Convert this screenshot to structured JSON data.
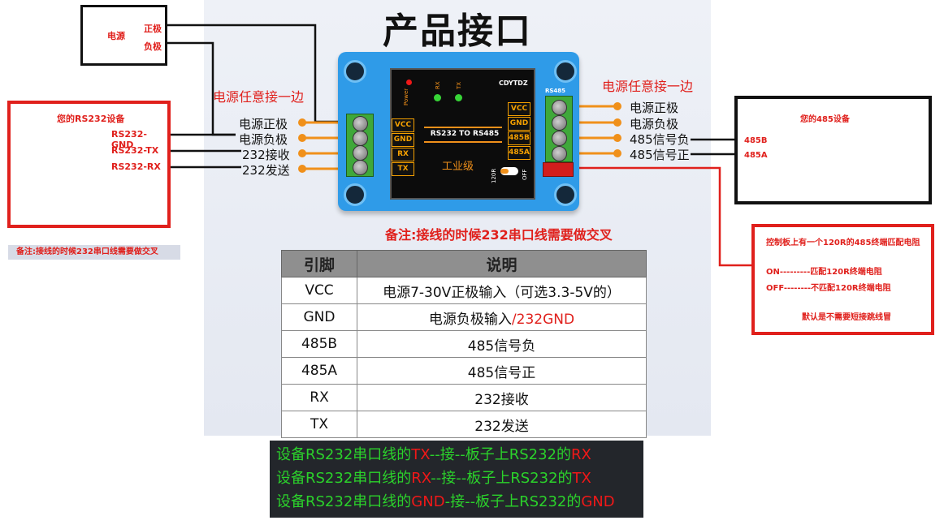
{
  "title": "产品接口",
  "power_source": {
    "label": "电源",
    "positive": "正极",
    "negative": "负极"
  },
  "rs232_device": {
    "title": "您的RS232设备",
    "pins": [
      "RS232-GND",
      "RS232-TX",
      "RS232-RX"
    ]
  },
  "left_note": "备注:接线的时候232串口线需要做交叉",
  "left_any_side": "电源任意接一边",
  "right_any_side": "电源任意接一边",
  "left_terminals": [
    "电源正极",
    "电源负极",
    "232接收",
    "232发送"
  ],
  "right_terminals": [
    "电源正极",
    "电源负极",
    "485信号负",
    "485信号正"
  ],
  "board": {
    "brand": "CDYTDZ",
    "center": "RS232 TO RS485",
    "grade": "工业级",
    "leds": [
      "Power",
      "RX",
      "TX"
    ],
    "left_pins": [
      "VCC",
      "GND",
      "RX",
      "TX"
    ],
    "right_pins": [
      "VCC",
      "GND",
      "485B",
      "485A"
    ],
    "connector_label": "RS485",
    "switch_labels": [
      "120R",
      "OFF"
    ]
  },
  "rs485_device": {
    "title": "您的485设备",
    "pins": [
      "485B",
      "485A"
    ]
  },
  "center_note": "备注:接线的时候232串口线需要做交叉",
  "termination": {
    "line1": "控制板上有一个120R的485终端匹配电阻",
    "on": "ON---------匹配120R终端电阻",
    "off": "OFF--------不匹配120R终端电阻",
    "default": "默认是不需要短接跳线冒"
  },
  "table": {
    "headers": [
      "引脚",
      "说明"
    ],
    "rows": [
      {
        "pin": "VCC",
        "desc": "电源7-30V正极输入（可选3.3-5V的）",
        "extra": ""
      },
      {
        "pin": "GND",
        "desc": "电源负极输入",
        "extra": "/232GND"
      },
      {
        "pin": "485B",
        "desc": "485信号负",
        "extra": ""
      },
      {
        "pin": "485A",
        "desc": "485信号正",
        "extra": ""
      },
      {
        "pin": "RX",
        "desc": "232接收",
        "extra": ""
      },
      {
        "pin": "TX",
        "desc": "232发送",
        "extra": ""
      }
    ]
  },
  "bottom_note": [
    [
      "设备RS232串口线的",
      "TX",
      "--接--板子上RS232的",
      "RX"
    ],
    [
      "设备RS232串口线的",
      "RX",
      "--接--板子上RS232的",
      "TX"
    ],
    [
      "设备RS232串口线的",
      "GND",
      "-接--板子上RS232的",
      "GND"
    ]
  ],
  "colors": {
    "red": "#e0201c",
    "orange": "#f0901a",
    "board_blue": "#2f9be8",
    "terminal_green": "#3fa83a",
    "note_green": "#2bd12b"
  }
}
